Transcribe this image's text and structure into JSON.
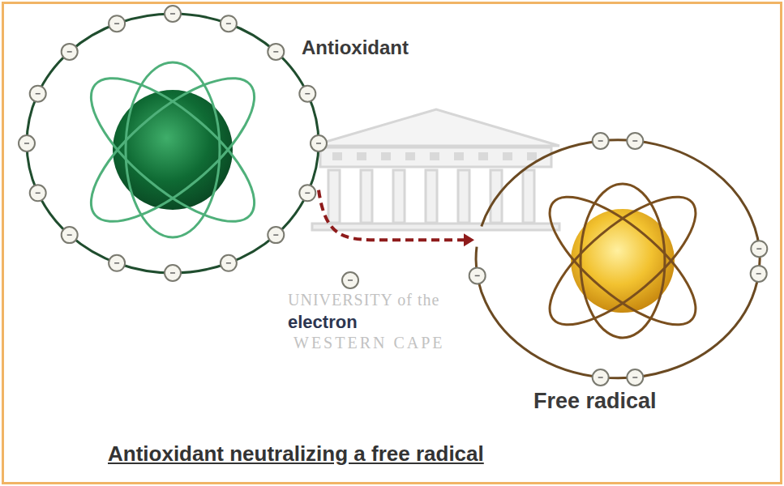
{
  "diagram": {
    "caption": "Antioxidant neutralizing a free radical",
    "nodes": [
      {
        "text": [
          "Antioxidant"
        ]
      },
      {
        "text": [
          "Free radical"
        ]
      }
    ],
    "edges": [
      {
        "from": 0,
        "to": 1,
        "arrow": "to"
      }
    ],
    "labels": [
      "electron",
      "UNIVERSITY of the",
      "WESTERN CAPE"
    ]
  }
}
